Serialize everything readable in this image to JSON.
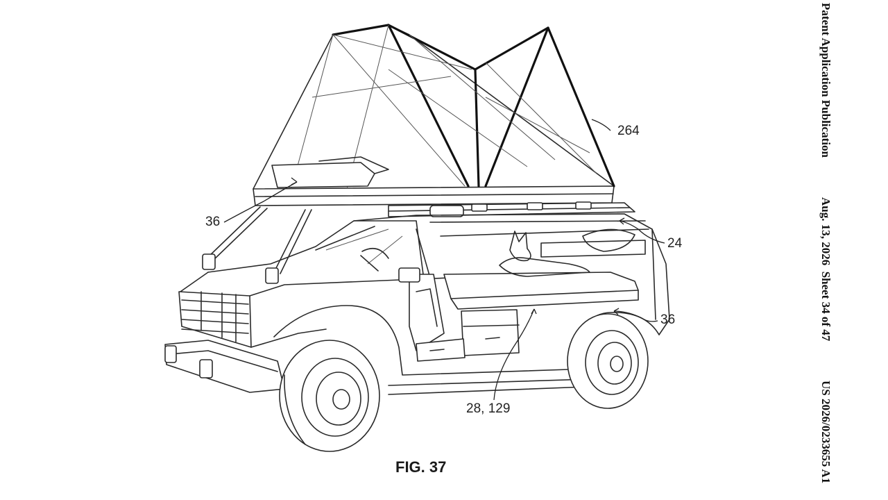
{
  "header": {
    "publication": "Patent Application Publication",
    "date_sheet": "Aug. 13, 2026  Sheet 34 of 47",
    "number": "US 2026/0233655 A1"
  },
  "figure": {
    "caption": "FIG. 37",
    "labels": {
      "tent": "264",
      "rail_left": "36",
      "cabin": "24",
      "rail_right": "36",
      "bed": "28, 129"
    }
  }
}
